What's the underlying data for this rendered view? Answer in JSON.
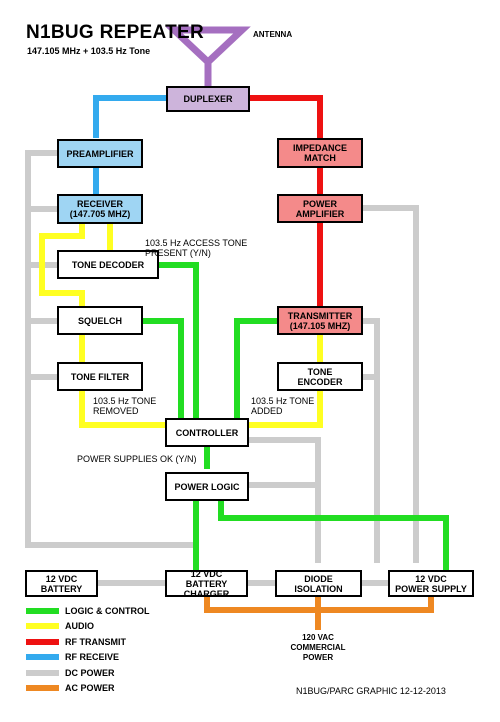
{
  "header": {
    "title": "N1BUG REPEATER",
    "subtitle": "147.105 MHz + 103.5 Hz Tone"
  },
  "antenna": {
    "label": "ANTENNA"
  },
  "blocks": {
    "duplexer": "DUPLEXER",
    "preamplifier": "PREAMPLIFIER",
    "receiver": "RECEIVER\n(147.705 MHZ)",
    "tone_decoder": "TONE DECODER",
    "squelch": "SQUELCH",
    "tone_filter": "TONE FILTER",
    "impedance_match": "IMPEDANCE\nMATCH",
    "power_amplifier": "POWER\nAMPLIFIER",
    "transmitter": "TRANSMITTER\n(147.105 MHZ)",
    "tone_encoder": "TONE\nENCODER",
    "controller": "CONTROLLER",
    "power_logic": "POWER LOGIC",
    "battery": "12 VDC\nBATTERY",
    "battery_charger": "12 VDC\nBATTERY CHARGER",
    "diode_isolation": "DIODE\nISOLATION",
    "power_supply": "12 VDC\nPOWER SUPPLY"
  },
  "annotations": {
    "access_tone": "103.5 Hz ACCESS TONE\nPRESENT (Y/N)",
    "tone_removed": "103.5 Hz TONE\nREMOVED",
    "tone_added": "103.5 Hz TONE\nADDED",
    "power_supplies_ok": "POWER SUPPLIES OK (Y/N)",
    "commercial_power": "120 VAC\nCOMMERCIAL\nPOWER"
  },
  "legend": [
    {
      "label": "LOGIC & CONTROL",
      "color": "#22dd22"
    },
    {
      "label": "AUDIO",
      "color": "#ffff22"
    },
    {
      "label": "RF TRANSMIT",
      "color": "#ee1111"
    },
    {
      "label": "RF RECEIVE",
      "color": "#33aaee"
    },
    {
      "label": "DC POWER",
      "color": "#cccccc"
    },
    {
      "label": "AC POWER",
      "color": "#ee8822"
    }
  ],
  "colors": {
    "antenna": "#a56fc0",
    "rx_block": "#9fd5f3",
    "tx_block": "#f48a8a",
    "duplexer_block": "#cdb4db"
  },
  "footer": {
    "credit": "N1BUG/PARC GRAPHIC 12-12-2013"
  }
}
